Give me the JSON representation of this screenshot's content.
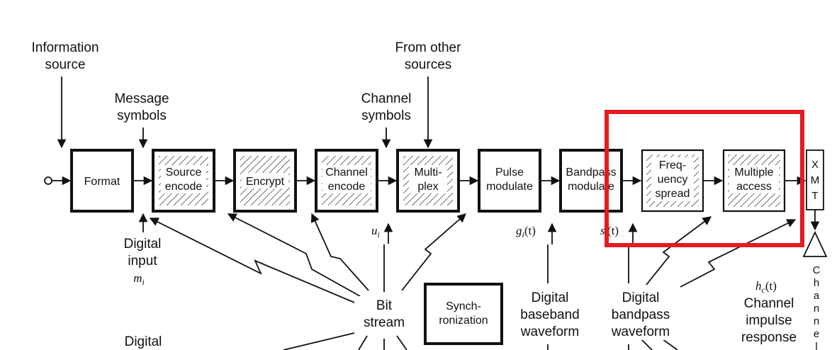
{
  "labels": {
    "info_source_1": "Information",
    "info_source_2": "source",
    "message_symbols_1": "Message",
    "message_symbols_2": "symbols",
    "channel_symbols_1": "Channel",
    "channel_symbols_2": "symbols",
    "other_sources_1": "From other",
    "other_sources_2": "sources",
    "digital_input_1": "Digital",
    "digital_input_2": "input",
    "digital_input_var": "m",
    "digital_input_sub": "i",
    "u_var": "u",
    "u_sub": "i",
    "g_var": "g",
    "g_sub": "i",
    "g_arg": "(t)",
    "s_var": "s",
    "s_sub": "i",
    "s_arg": "(t)",
    "bit_stream_1": "Bit",
    "bit_stream_2": "stream",
    "digital_baseband_1": "Digital",
    "digital_baseband_2": "baseband",
    "digital_baseband_3": "waveform",
    "digital_bandpass_1": "Digital",
    "digital_bandpass_2": "bandpass",
    "digital_bandpass_3": "waveform",
    "channel_impulse_var": "h",
    "channel_impulse_sub": "c",
    "channel_impulse_arg": "(t)",
    "channel_impulse_1": "Channel",
    "channel_impulse_2": "impulse",
    "channel_impulse_3": "response",
    "digital_bottom": "Digital",
    "channel_vertical": [
      "C",
      "h",
      "a",
      "n",
      "n",
      "e",
      "l"
    ]
  },
  "blocks": {
    "format": [
      "Format"
    ],
    "source_encode": [
      "Source",
      "encode"
    ],
    "encrypt": [
      "Encrypt"
    ],
    "channel_encode": [
      "Channel",
      "encode"
    ],
    "multiplex": [
      "Multi-",
      "plex"
    ],
    "pulse_modulate": [
      "Pulse",
      "modulate"
    ],
    "bandpass_modulate": [
      "Bandpass",
      "modulate"
    ],
    "frequency_spread": [
      "Freq-",
      "uency",
      "spread"
    ],
    "multiple_access": [
      "Multiple",
      "access"
    ],
    "xmt": [
      "X",
      "M",
      "T"
    ],
    "synchronization": [
      "Synch-",
      "ronization"
    ]
  },
  "colors": {
    "highlight": "#e31b23",
    "ink": "#111111"
  }
}
